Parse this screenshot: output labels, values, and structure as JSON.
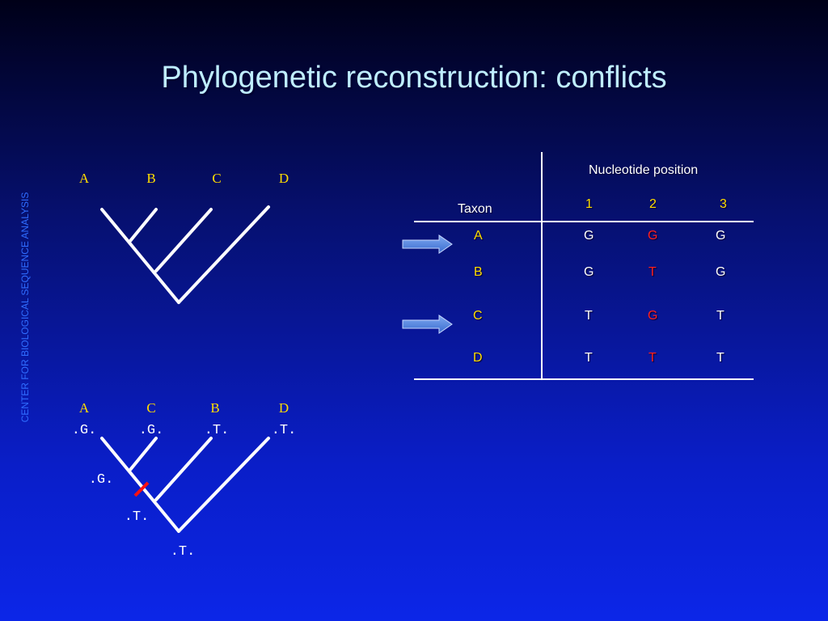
{
  "slide": {
    "title": "Phylogenetic reconstruction: conflicts",
    "side_label": "CENTER FOR BIOLOGICAL SEQUENCE ANALYSIS"
  },
  "tree_top": {
    "taxa": [
      "A",
      "B",
      "C",
      "D"
    ]
  },
  "tree_bottom": {
    "taxa": [
      "A",
      "C",
      "B",
      "D"
    ],
    "leaf_sequences": [
      ".G.",
      ".G.",
      ".T.",
      ".T."
    ],
    "internal_sequences": [
      ".G.",
      ".T.",
      ".T."
    ]
  },
  "table": {
    "group_header": "Nucleotide position",
    "taxon_header": "Taxon",
    "positions": [
      "1",
      "2",
      "3"
    ],
    "rows": [
      {
        "taxon": "A",
        "cells": [
          "G",
          "G",
          "G"
        ]
      },
      {
        "taxon": "B",
        "cells": [
          "G",
          "T",
          "G"
        ]
      },
      {
        "taxon": "C",
        "cells": [
          "T",
          "G",
          "T"
        ]
      },
      {
        "taxon": "D",
        "cells": [
          "T",
          "T",
          "T"
        ]
      }
    ]
  },
  "colors": {
    "background_top": "#000018",
    "background_bottom": "#0c26e8",
    "title": "#bfeeff",
    "taxon": "#ffdd00",
    "highlight": "#ff2020",
    "arrow": "#4a7fd8",
    "side_label": "#2f6cff"
  }
}
